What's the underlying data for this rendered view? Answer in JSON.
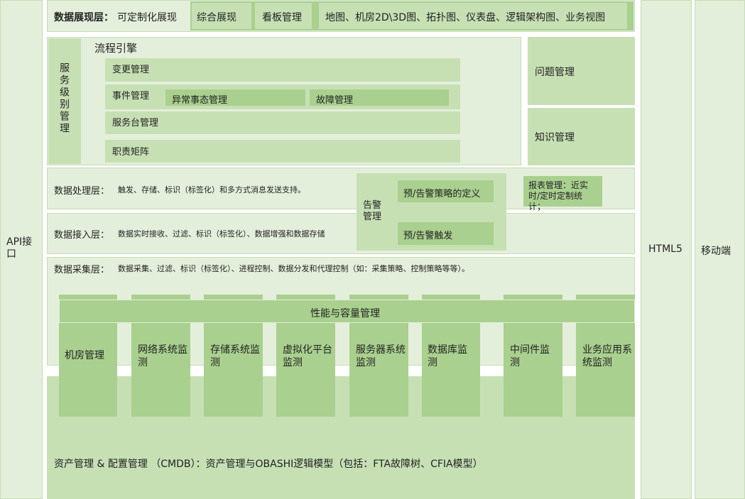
{
  "left_api": {
    "label": "API接口"
  },
  "right_columns": {
    "html5": "HTML5",
    "mobile": "移动端"
  },
  "presentation_layer": {
    "title": "数据展现层：",
    "subtitle": "可定制化展现",
    "items": [
      "综合展现",
      "看板管理",
      "地图、机房2D\\3D图、拓扑图、仪表盘、逻辑架构图、业务视图"
    ]
  },
  "service_level": {
    "vertical_label": "服务级别管理",
    "flow_engine": "流程引擎",
    "change_mgmt": "变更管理",
    "event_mgmt": "事件管理",
    "abnormal_state": "异常事态管理",
    "fault_mgmt": "故障管理",
    "service_desk": "服务台管理",
    "duty_matrix": "职责矩阵",
    "problem_mgmt": "问题管理",
    "knowledge_mgmt": "知识管理"
  },
  "processing_layer": {
    "title": "数据处理层：",
    "desc": "触发、存储、标识（标签化）和多方式消息发送支持。"
  },
  "alert": {
    "label": "告警管理",
    "strategy": "预/告警策略的定义",
    "trigger": "预/告警触发"
  },
  "report": {
    "label": "报表管理：近实时/定时定制统计；"
  },
  "access_layer": {
    "title": "数据接入层：",
    "desc": "数据实时接收、过滤、标识（标签化）、数据增强和数据存储"
  },
  "collection_layer": {
    "title": "数据采集层：",
    "desc": "数据采集、过滤、标识（标签化）、进程控制、数据分发和代理控制（如：采集策略、控制策略等等）。"
  },
  "performance": {
    "title": "性能与容量管理",
    "columns": [
      "机房管理",
      "网络系统监测",
      "存储系统监测",
      "虚拟化平台监测",
      "服务器系统监测",
      "数据库监测",
      "中间件监测",
      "业务应用系统监测"
    ]
  },
  "cmdb": {
    "label": "资产管理 & 配置管理 （CMDB）：资产管理与OBASHI逻辑模型（包括：FTA故障树、CFIA模型）"
  }
}
